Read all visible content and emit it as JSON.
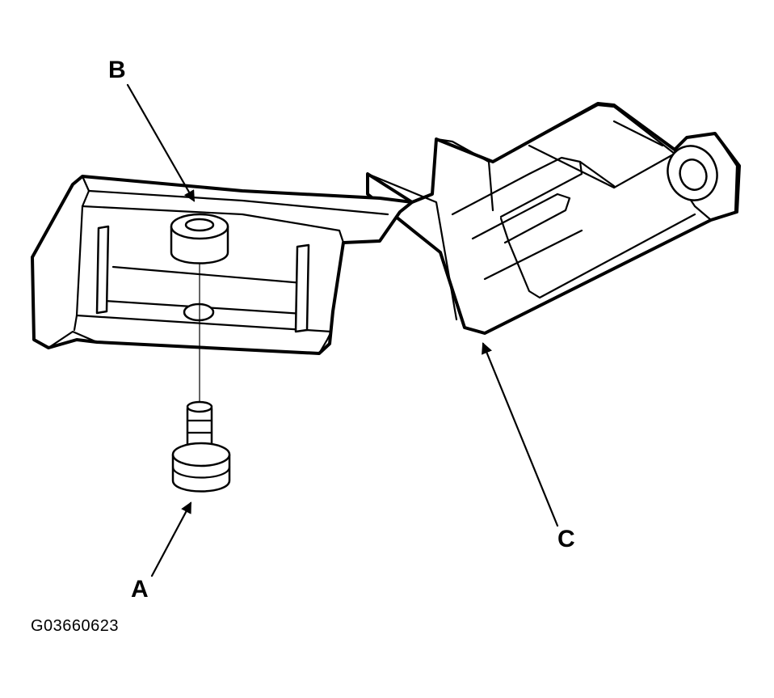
{
  "diagram": {
    "callouts": {
      "a": "A",
      "b": "B",
      "c": "C"
    },
    "figure_code": "G03660623"
  }
}
